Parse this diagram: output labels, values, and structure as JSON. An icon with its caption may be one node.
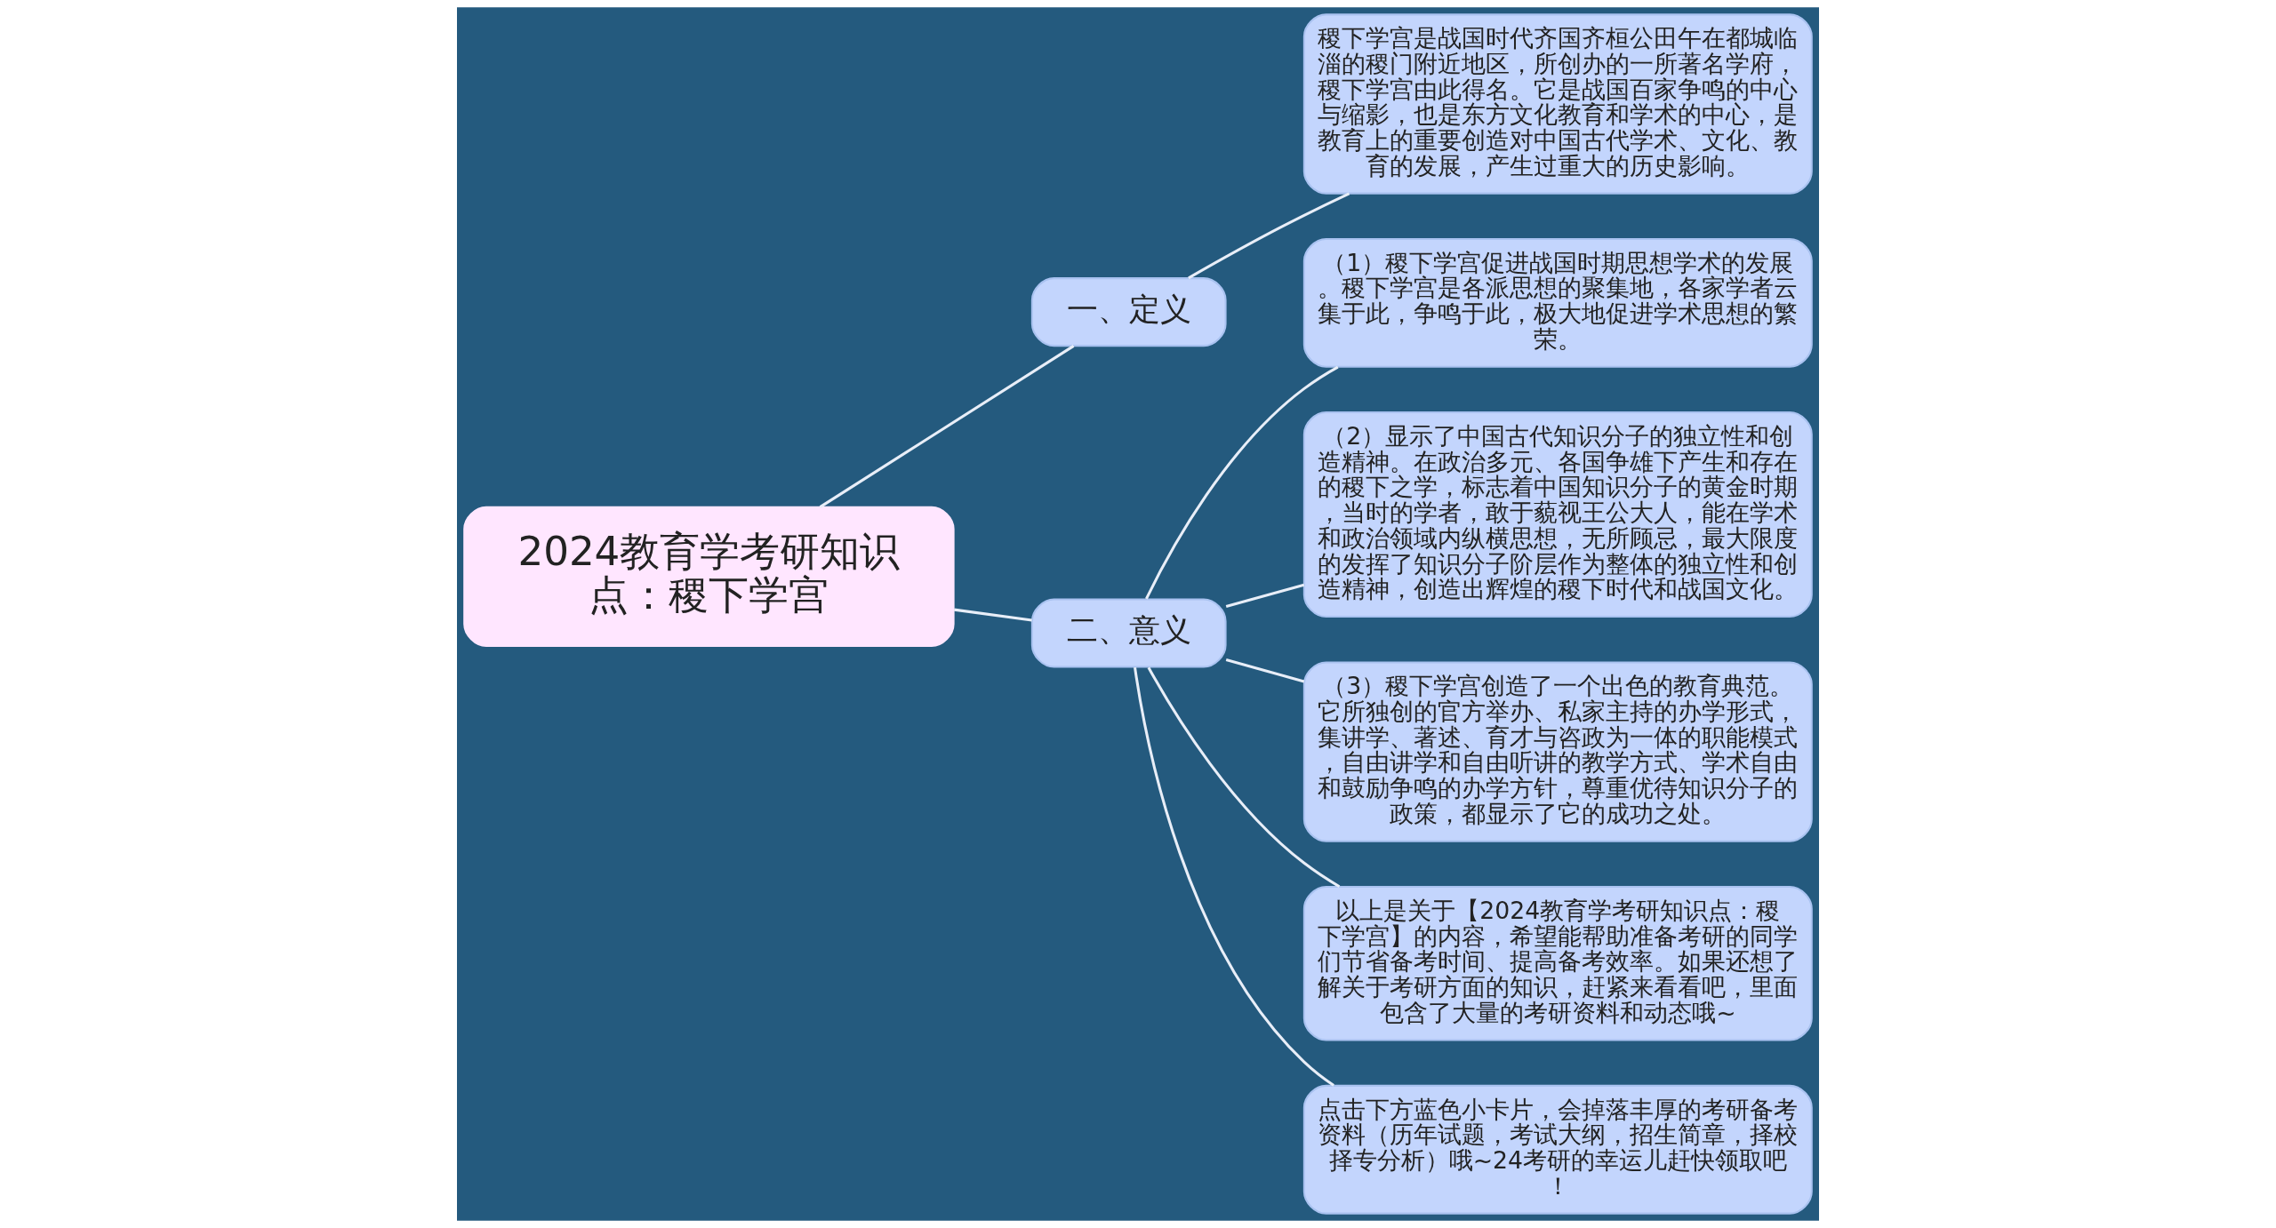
{
  "diagram": {
    "nodes": [
      {
        "text": [
          "2024教育学考研知识点：稷下学宫"
        ]
      },
      {
        "text": [
          "一、定义"
        ]
      },
      {
        "text": [
          "稷下学宫是战国时代齐国齐桓公田午在都城临淄的稷门附近地区，所创办的一所著名学府，稷下学宫由此得名。它是战国百家争鸣的中心与缩影，也是东方文化教育和学术的中心，是教育上的重要创造对中国古代学术、文化、教育的发展，产生过重大的历史影响。"
        ]
      },
      {
        "text": [
          "二、意义"
        ]
      },
      {
        "text": [
          "（1）稷下学宫促进战国时期思想学术的发展。稷下学宫是各派思想的聚集地，各家学者云集于此，争鸣于此，极大地促进学术思想的繁荣。"
        ]
      },
      {
        "text": [
          "（2）显示了中国古代知识分子的独立性和创造精神。在政治多元、各国争雄下产生和存在的稷下之学，标志着中国知识分子的黄金时期，当时的学者，敢于藐视王公大人，能在学术和政治领域内纵横思想，无所顾忌，最大限度的发挥了知识分子阶层作为整体的独立性和创造精神，创造出辉煌的稷下时代和战国文化。"
        ]
      },
      {
        "text": [
          "（3）稷下学宫创造了一个出色的教育典范。它所独创的官方举办、私家主持的办学形式，集讲学、著述、育才与咨政为一体的职能模式，自由讲学和自由听讲的教学方式、学术自由和鼓励争鸣的办学方针，尊重优待知识分子的政策，都显示了它的成功之处。"
        ]
      },
      {
        "text": [
          "以上是关于【2024教育学考研知识点：稷下学宫】的内容，希望能帮助准备考研的同学们节省备考时间、提高备考效率。如果还想了解关于考研方面的知识，赶紧来看看吧，里面包含了大量的考研资料和动态哦~"
        ]
      },
      {
        "text": [
          "点击下方蓝色小卡片，会掉落丰厚的考研备考资料（历年试题，考试大纲，招生简章，择校择专分析）哦~24考研的幸运儿赶快领取吧！"
        ]
      }
    ],
    "edges": [
      {
        "from": 0,
        "to": 1,
        "arrow": "none"
      },
      {
        "from": 1,
        "to": 2,
        "arrow": "none"
      },
      {
        "from": 0,
        "to": 3,
        "arrow": "none"
      },
      {
        "from": 3,
        "to": 4,
        "arrow": "none"
      },
      {
        "from": 3,
        "to": 5,
        "arrow": "none"
      },
      {
        "from": 3,
        "to": 6,
        "arrow": "none"
      },
      {
        "from": 3,
        "to": 7,
        "arrow": "none"
      },
      {
        "from": 3,
        "to": 8,
        "arrow": "none"
      }
    ]
  }
}
